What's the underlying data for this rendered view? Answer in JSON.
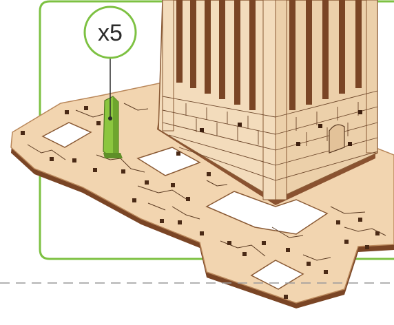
{
  "callout": {
    "quantity_label": "x5"
  },
  "colors": {
    "frame_border": "#7dc142",
    "callout_circle": "#7dc142",
    "highlight_part": "#8cc63f",
    "wood_light": "#f2d5b0",
    "wood_edge": "#b9875a",
    "wood_dark": "#6b3b1e",
    "cut_line": "#5a3a22",
    "divider_dash": "#9a9a9a"
  },
  "icons": [
    "wooden-tower-model",
    "base-tile-plate",
    "green-peg-part",
    "quantity-callout-bubble"
  ]
}
